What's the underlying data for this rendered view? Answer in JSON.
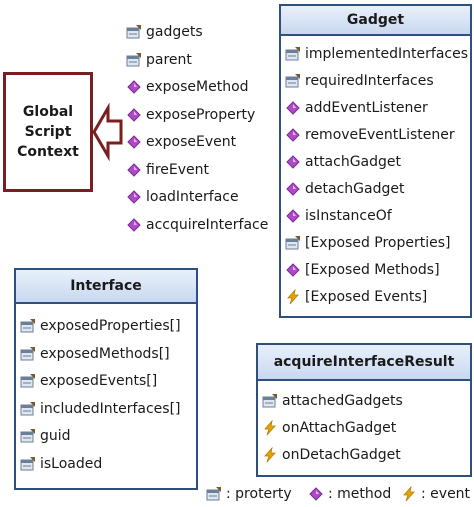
{
  "global_context": {
    "label": "Global\nScript\nContext"
  },
  "global_members": [
    {
      "label": "gadgets",
      "kind": "property"
    },
    {
      "label": "parent",
      "kind": "property"
    },
    {
      "label": "exposeMethod",
      "kind": "method"
    },
    {
      "label": "exposeProperty",
      "kind": "method"
    },
    {
      "label": "exposeEvent",
      "kind": "method"
    },
    {
      "label": "fireEvent",
      "kind": "method"
    },
    {
      "label": "loadInterface",
      "kind": "method"
    },
    {
      "label": "accquireInterface",
      "kind": "method"
    }
  ],
  "gadget": {
    "title": "Gadget",
    "members": [
      {
        "label": "implementedInterfaces",
        "kind": "property"
      },
      {
        "label": "requiredInterfaces",
        "kind": "property"
      },
      {
        "label": "addEventListener",
        "kind": "method"
      },
      {
        "label": "removeEventListener",
        "kind": "method"
      },
      {
        "label": "attachGadget",
        "kind": "method"
      },
      {
        "label": "detachGadget",
        "kind": "method"
      },
      {
        "label": "isInstanceOf",
        "kind": "method"
      },
      {
        "label": "[Exposed Properties]",
        "kind": "property"
      },
      {
        "label": "[Exposed Methods]",
        "kind": "method"
      },
      {
        "label": "[Exposed Events]",
        "kind": "event"
      }
    ]
  },
  "interface": {
    "title": "Interface",
    "members": [
      {
        "label": "exposedProperties[]",
        "kind": "property"
      },
      {
        "label": "exposedMethods[]",
        "kind": "property"
      },
      {
        "label": "exposedEvents[]",
        "kind": "property"
      },
      {
        "label": "includedInterfaces[]",
        "kind": "property"
      },
      {
        "label": "guid",
        "kind": "property"
      },
      {
        "label": "isLoaded",
        "kind": "property"
      }
    ]
  },
  "acquire_result": {
    "title": "acquireInterfaceResult",
    "members": [
      {
        "label": "attachedGadgets",
        "kind": "property"
      },
      {
        "label": "onAttachGadget",
        "kind": "event"
      },
      {
        "label": "onDetachGadget",
        "kind": "event"
      }
    ]
  },
  "legend": {
    "property": ": proterty",
    "method": ": method",
    "event": ": event"
  },
  "colors": {
    "class_border": "#2f4f7f",
    "context_border": "#7a1f1f",
    "method_icon": "#b04bc8",
    "event_icon": "#e8a400",
    "property_icon": "#6b7f99"
  }
}
